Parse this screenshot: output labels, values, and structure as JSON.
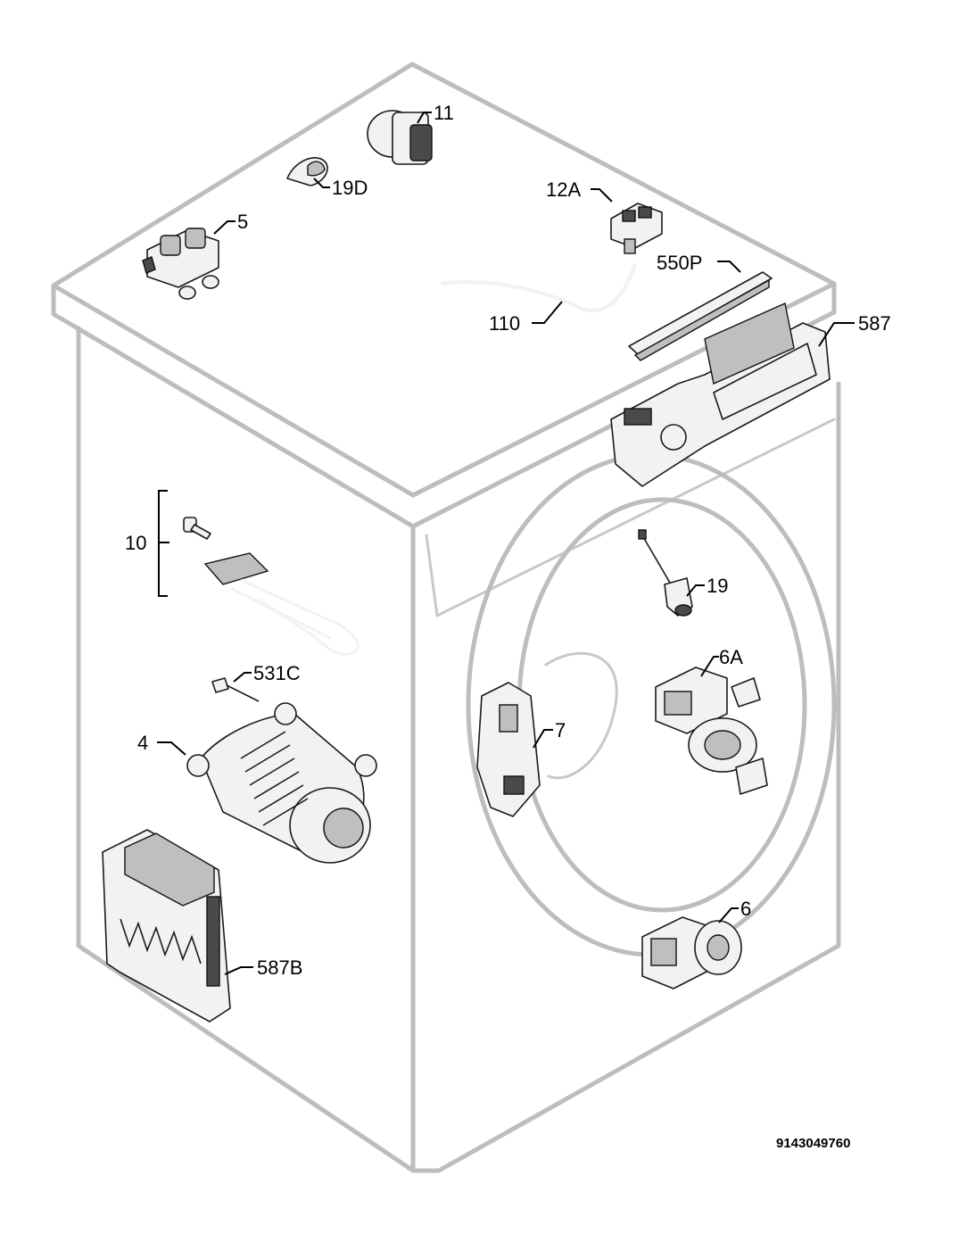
{
  "labels": {
    "p11": "11",
    "p19D": "19D",
    "p5": "5",
    "p12A": "12A",
    "p550P": "550P",
    "p110": "110",
    "p587": "587",
    "p10": "10",
    "p19": "19",
    "p531C": "531C",
    "p6A": "6A",
    "p4": "4",
    "p7": "7",
    "p6": "6",
    "p587B": "587B"
  },
  "drawing_code": "9143049760"
}
